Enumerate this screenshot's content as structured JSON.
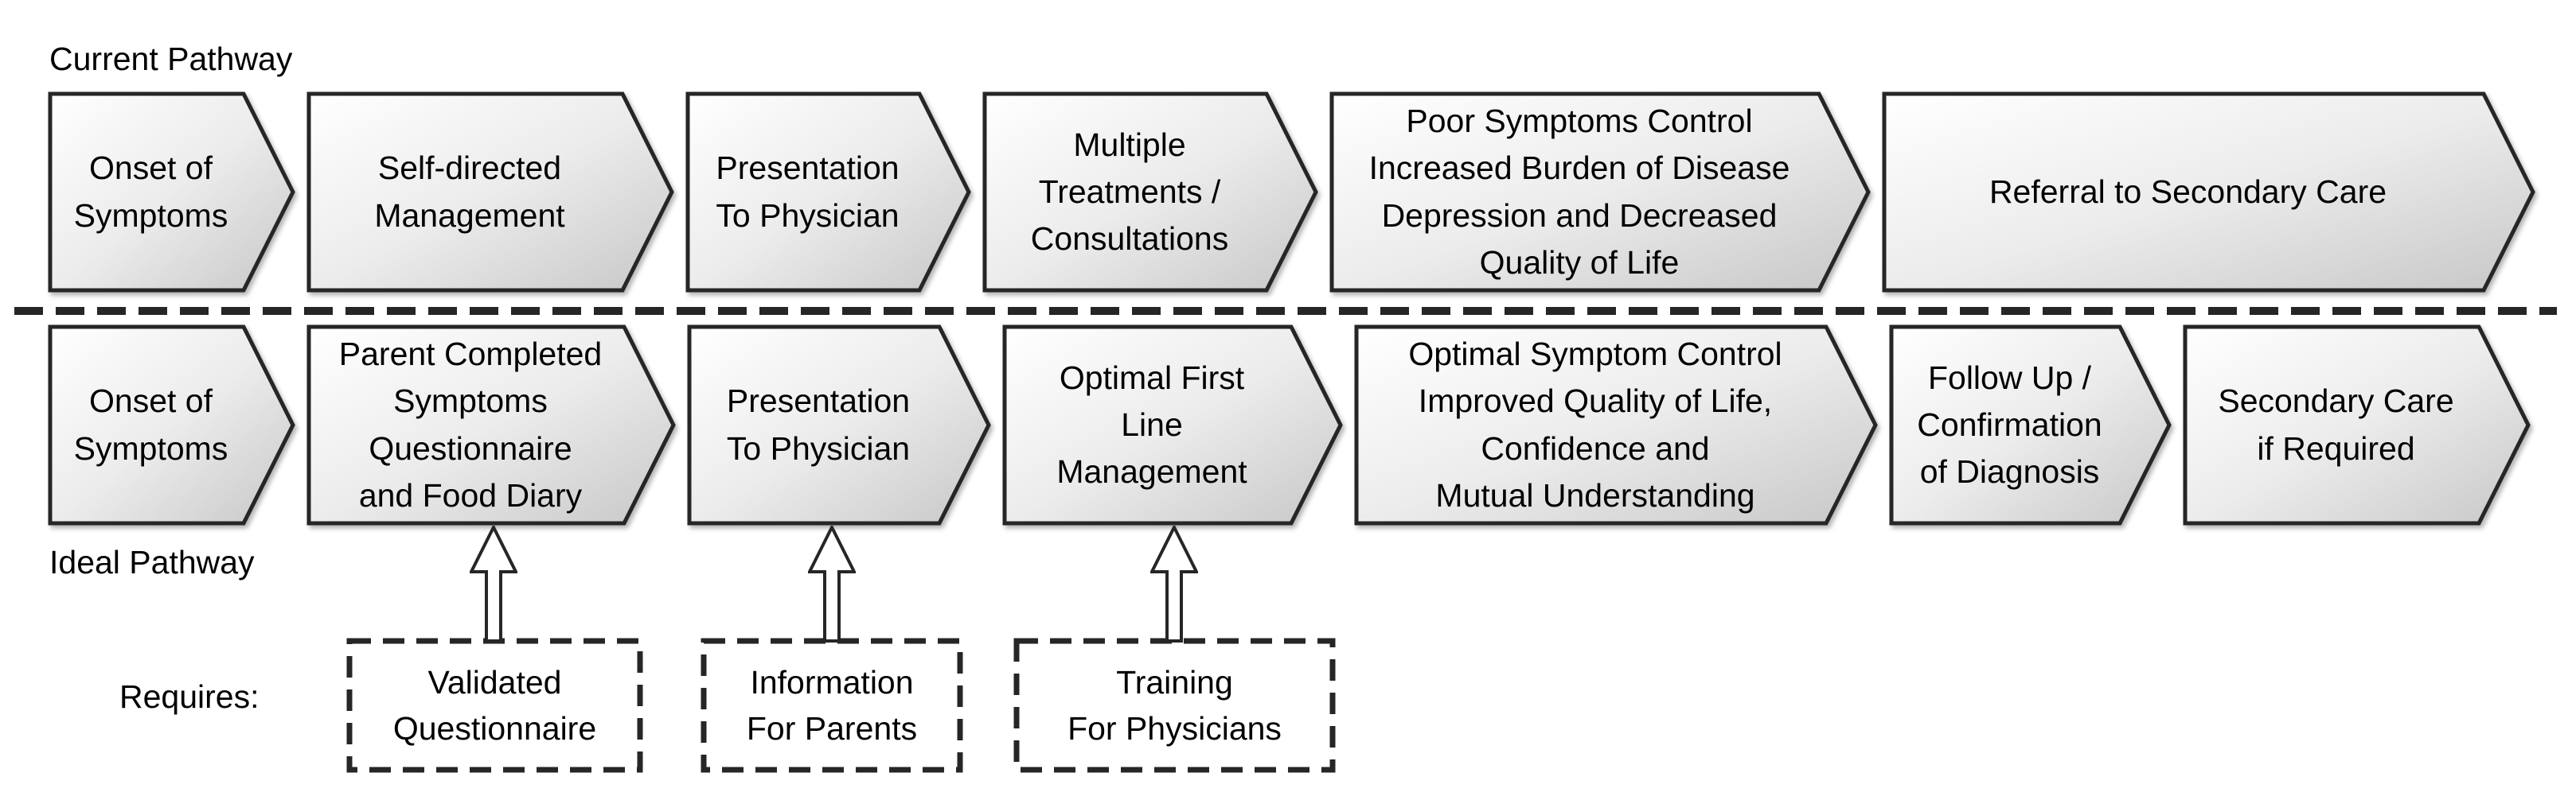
{
  "diagram": {
    "colors": {
      "outline": "#262626",
      "fill_light": "#ffffff",
      "fill_mid": "#ececec",
      "fill_dark": "#c7c7c7"
    },
    "current_pathway": {
      "title": "Current Pathway",
      "steps": [
        {
          "label": "Onset of\nSymptoms"
        },
        {
          "label": "Self-directed\nManagement"
        },
        {
          "label": "Presentation\nTo Physician"
        },
        {
          "label": "Multiple\nTreatments /\nConsultations"
        },
        {
          "label": "Poor Symptoms Control\nIncreased Burden of Disease\nDepression and Decreased\nQuality of Life"
        },
        {
          "label": "Referral to Secondary Care"
        }
      ]
    },
    "ideal_pathway": {
      "title": "Ideal Pathway",
      "steps": [
        {
          "label": "Onset of\nSymptoms"
        },
        {
          "label": "Parent Completed\nSymptoms\nQuestionnaire\nand Food Diary"
        },
        {
          "label": "Presentation\nTo Physician"
        },
        {
          "label": "Optimal First\nLine\nManagement"
        },
        {
          "label": "Optimal Symptom Control\nImproved Quality of Life,\nConfidence and\nMutual Understanding"
        },
        {
          "label": "Follow Up /\nConfirmation\nof Diagnosis"
        },
        {
          "label": "Secondary Care\nif Required"
        }
      ]
    },
    "requires": {
      "title": "Requires:",
      "items": [
        {
          "label": "Validated\nQuestionnaire"
        },
        {
          "label": "Information\nFor Parents"
        },
        {
          "label": "Training\nFor Physicians"
        }
      ]
    }
  }
}
